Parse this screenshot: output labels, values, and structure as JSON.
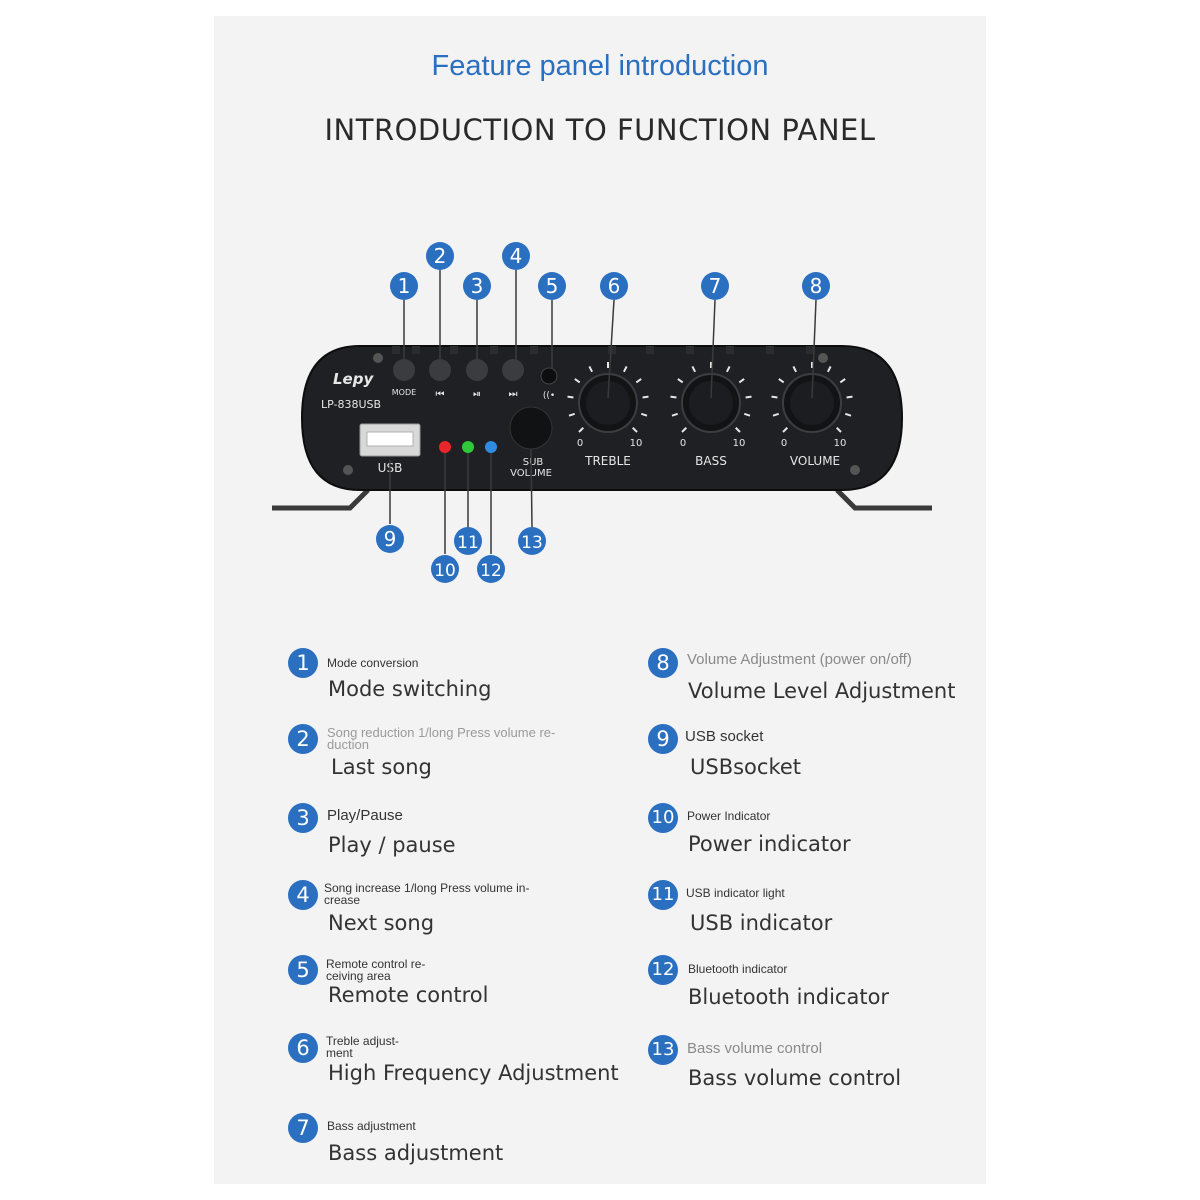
{
  "heading": "Feature panel introduction",
  "subheading": "INTRODUCTION TO FUNCTION PANEL",
  "device": {
    "brand": "Lepy",
    "model": "LP-838USB",
    "mode_label": "MODE",
    "usb_label": "USB",
    "sub_label_1": "SUB",
    "sub_label_2": "VOLUME",
    "knobs": [
      {
        "label": "TREBLE",
        "min": "0",
        "max": "10"
      },
      {
        "label": "BASS",
        "min": "0",
        "max": "10"
      },
      {
        "label": "VOLUME",
        "min": "0",
        "max": "10"
      }
    ],
    "button_icons": [
      "mode-button",
      "previous-icon",
      "play-pause-icon",
      "next-icon",
      "remote-sensor-icon"
    ],
    "led_colors": [
      "#e8262b",
      "#2fc93a",
      "#2f8be0"
    ]
  },
  "callouts": [
    "1",
    "2",
    "3",
    "4",
    "5",
    "6",
    "7",
    "8",
    "9",
    "10",
    "11",
    "12",
    "13"
  ],
  "features": [
    {
      "num": "1",
      "small": "Mode conversion",
      "small2": "",
      "main": "Mode switching"
    },
    {
      "num": "2",
      "small": "Song reduction 1/long Press volume re-",
      "small2": "duction",
      "main": "Last song"
    },
    {
      "num": "3",
      "small": "Play/Pause",
      "small2": "",
      "main": "Play / pause"
    },
    {
      "num": "4",
      "small": "Song increase 1/long Press volume in-",
      "small2": "crease",
      "main": "Next song"
    },
    {
      "num": "5",
      "small": "Remote control re-",
      "small2": "ceiving area",
      "main": "Remote control"
    },
    {
      "num": "6",
      "small": "Treble adjust-",
      "small2": "ment",
      "main": "High Frequency Adjustment"
    },
    {
      "num": "7",
      "small": "Bass adjustment",
      "small2": "",
      "main": "Bass adjustment"
    },
    {
      "num": "8",
      "small": "Volume Adjustment (power on/off)",
      "small2": "",
      "main": "Volume Level Adjustment"
    },
    {
      "num": "9",
      "small": "USB socket",
      "small2": "",
      "main": "USBsocket"
    },
    {
      "num": "10",
      "small": "Power Indicator",
      "small2": "",
      "main": "Power indicator"
    },
    {
      "num": "11",
      "small": "USB indicator light",
      "small2": "",
      "main": "USB indicator"
    },
    {
      "num": "12",
      "small": "Bluetooth indicator",
      "small2": "",
      "main": "Bluetooth indicator"
    },
    {
      "num": "13",
      "small": "Bass volume control",
      "small2": "",
      "main": "Bass volume control"
    }
  ]
}
